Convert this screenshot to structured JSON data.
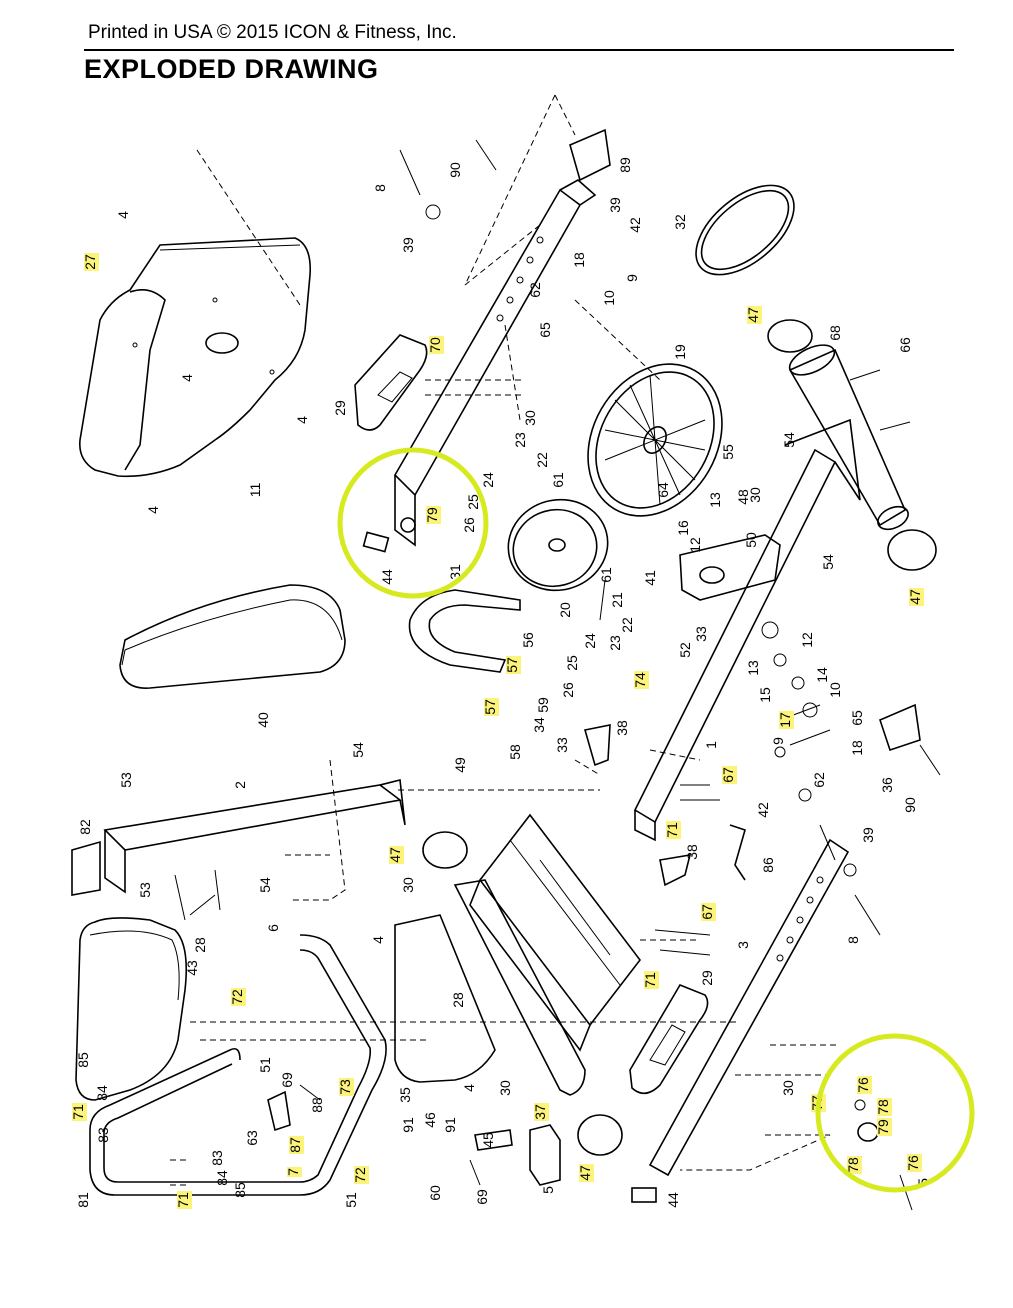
{
  "header": {
    "printed_line": "Printed in USA © 2015 ICON & Fitness, Inc.",
    "title": "EXPLODED DRAWING"
  },
  "highlight_color": "#d6ea1f",
  "label_highlight_color": "#fbf37a",
  "callouts": [
    {
      "text": "1",
      "highlighted": false
    },
    {
      "text": "2",
      "highlighted": false
    },
    {
      "text": "3",
      "highlighted": false
    },
    {
      "text": "4",
      "highlighted": false
    },
    {
      "text": "5",
      "highlighted": false
    },
    {
      "text": "6",
      "highlighted": false
    },
    {
      "text": "7",
      "highlighted": true
    },
    {
      "text": "8",
      "highlighted": false
    },
    {
      "text": "9",
      "highlighted": false
    },
    {
      "text": "10",
      "highlighted": false
    },
    {
      "text": "11",
      "highlighted": false
    },
    {
      "text": "12",
      "highlighted": false
    },
    {
      "text": "13",
      "highlighted": false
    },
    {
      "text": "14",
      "highlighted": false
    },
    {
      "text": "15",
      "highlighted": false
    },
    {
      "text": "16",
      "highlighted": false
    },
    {
      "text": "17",
      "highlighted": true
    },
    {
      "text": "18",
      "highlighted": false
    },
    {
      "text": "19",
      "highlighted": false
    },
    {
      "text": "20",
      "highlighted": false
    },
    {
      "text": "21",
      "highlighted": false
    },
    {
      "text": "22",
      "highlighted": false
    },
    {
      "text": "23",
      "highlighted": false
    },
    {
      "text": "24",
      "highlighted": false
    },
    {
      "text": "25",
      "highlighted": false
    },
    {
      "text": "26",
      "highlighted": false
    },
    {
      "text": "27",
      "highlighted": true
    },
    {
      "text": "28",
      "highlighted": false
    },
    {
      "text": "29",
      "highlighted": false
    },
    {
      "text": "30",
      "highlighted": false
    },
    {
      "text": "31",
      "highlighted": false
    },
    {
      "text": "32",
      "highlighted": false
    },
    {
      "text": "33",
      "highlighted": false
    },
    {
      "text": "34",
      "highlighted": false
    },
    {
      "text": "35",
      "highlighted": false
    },
    {
      "text": "36",
      "highlighted": false
    },
    {
      "text": "37",
      "highlighted": true
    },
    {
      "text": "38",
      "highlighted": false
    },
    {
      "text": "39",
      "highlighted": false
    },
    {
      "text": "40",
      "highlighted": false
    },
    {
      "text": "41",
      "highlighted": false
    },
    {
      "text": "42",
      "highlighted": false
    },
    {
      "text": "43",
      "highlighted": false
    },
    {
      "text": "44",
      "highlighted": false
    },
    {
      "text": "45",
      "highlighted": false
    },
    {
      "text": "46",
      "highlighted": false
    },
    {
      "text": "47",
      "highlighted": true
    },
    {
      "text": "48",
      "highlighted": false
    },
    {
      "text": "49",
      "highlighted": false
    },
    {
      "text": "50",
      "highlighted": false
    },
    {
      "text": "51",
      "highlighted": false
    },
    {
      "text": "52",
      "highlighted": false
    },
    {
      "text": "53",
      "highlighted": false
    },
    {
      "text": "54",
      "highlighted": false
    },
    {
      "text": "55",
      "highlighted": false
    },
    {
      "text": "56",
      "highlighted": false
    },
    {
      "text": "57",
      "highlighted": true
    },
    {
      "text": "58",
      "highlighted": false
    },
    {
      "text": "59",
      "highlighted": false
    },
    {
      "text": "60",
      "highlighted": false
    },
    {
      "text": "61",
      "highlighted": false
    },
    {
      "text": "62",
      "highlighted": false
    },
    {
      "text": "63",
      "highlighted": false
    },
    {
      "text": "64",
      "highlighted": false
    },
    {
      "text": "65",
      "highlighted": false
    },
    {
      "text": "66",
      "highlighted": false
    },
    {
      "text": "67",
      "highlighted": true
    },
    {
      "text": "68",
      "highlighted": false
    },
    {
      "text": "69",
      "highlighted": false
    },
    {
      "text": "70",
      "highlighted": true
    },
    {
      "text": "71",
      "highlighted": true
    },
    {
      "text": "72",
      "highlighted": true
    },
    {
      "text": "73",
      "highlighted": true
    },
    {
      "text": "74",
      "highlighted": true
    },
    {
      "text": "76",
      "highlighted": true
    },
    {
      "text": "77",
      "highlighted": true
    },
    {
      "text": "78",
      "highlighted": true
    },
    {
      "text": "79",
      "highlighted": true
    },
    {
      "text": "81",
      "highlighted": false
    },
    {
      "text": "82",
      "highlighted": false
    },
    {
      "text": "83",
      "highlighted": false
    },
    {
      "text": "84",
      "highlighted": false
    },
    {
      "text": "85",
      "highlighted": false
    },
    {
      "text": "86",
      "highlighted": false
    },
    {
      "text": "87",
      "highlighted": true
    },
    {
      "text": "88",
      "highlighted": false
    },
    {
      "text": "89",
      "highlighted": false
    },
    {
      "text": "90",
      "highlighted": false
    },
    {
      "text": "91",
      "highlighted": false
    }
  ]
}
